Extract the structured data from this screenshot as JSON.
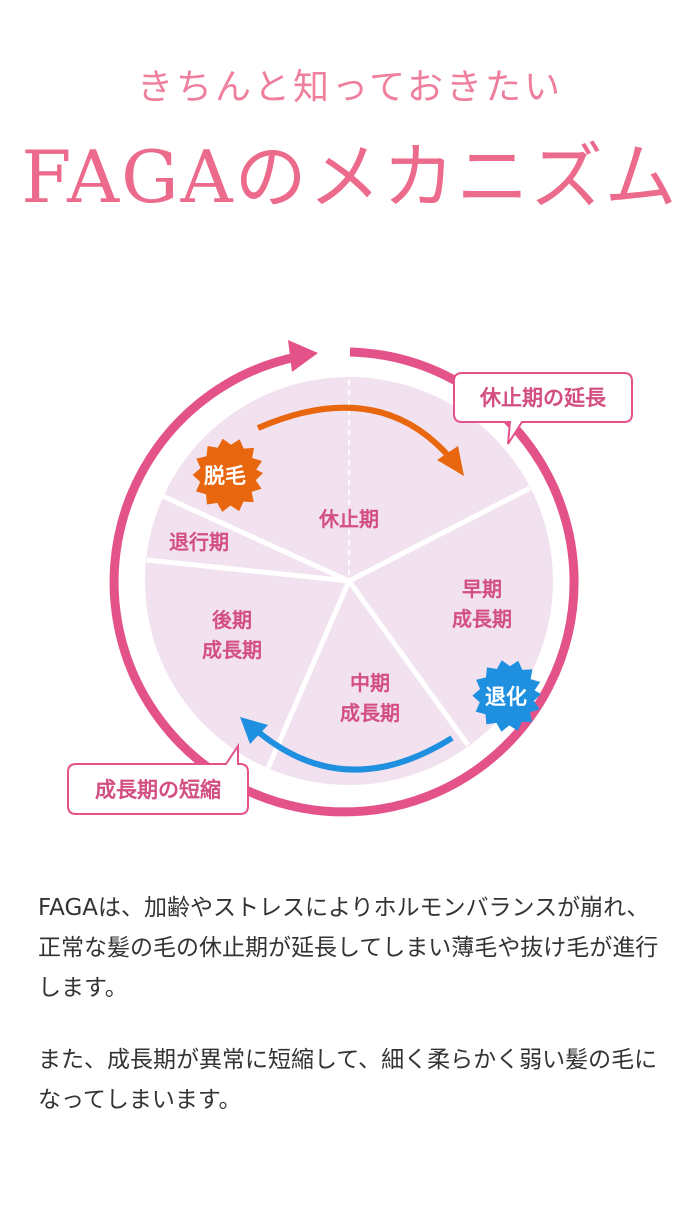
{
  "header": {
    "subtitle": "きちんと知っておきたい",
    "title": "FAGAのメカニズム"
  },
  "diagram": {
    "colors": {
      "pie_fill": "#f2e2ef",
      "ring": "#e4528a",
      "label_text": "#d34e81",
      "dark_arrow": "#e8660d",
      "blue_arrow": "#1f8fe0",
      "burst_orange": "#e8660d",
      "burst_blue": "#1f8fe0"
    },
    "segments": {
      "rest": "休止期",
      "early_line1": "早期",
      "early_line2": "成長期",
      "mid_line1": "中期",
      "mid_line2": "成長期",
      "late_line1": "後期",
      "late_line2": "成長期",
      "regression": "退行期"
    },
    "bursts": {
      "hair_loss": "脱毛",
      "regression": "退化"
    },
    "callouts": {
      "rest_extended": "休止期の延長",
      "growth_shortened": "成長期の短縮"
    }
  },
  "body": {
    "paragraph1": "FAGAは、加齢やストレスによりホルモンバランスが崩れ、正常な髪の毛の休止期が延長してしまい薄毛や抜け毛が進行します。",
    "paragraph2": "また、成長期が異常に短縮して、細く柔らかく弱い髪の毛になってしまいます。"
  }
}
